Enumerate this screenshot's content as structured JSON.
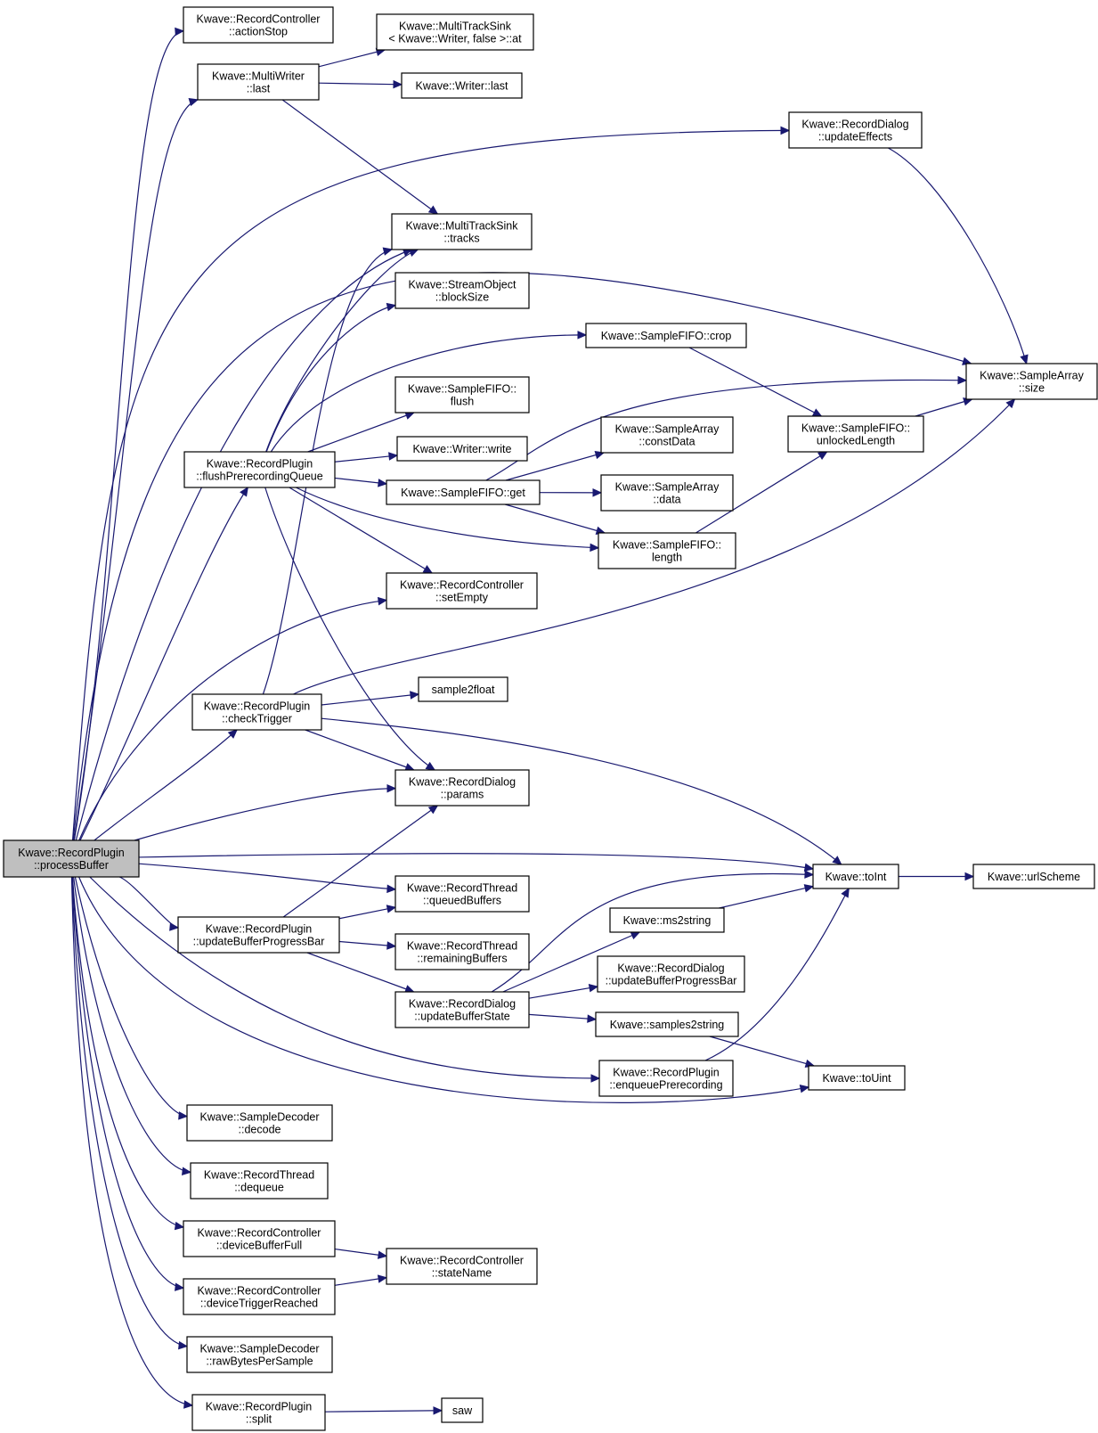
{
  "nodes": [
    {
      "id": "n1",
      "lines": [
        "Kwave::RecordPlugin",
        "::processBuffer"
      ],
      "root": true
    },
    {
      "id": "n2",
      "lines": [
        "Kwave::RecordController",
        "::actionStop"
      ]
    },
    {
      "id": "n3",
      "lines": [
        "Kwave::MultiWriter",
        "::last"
      ]
    },
    {
      "id": "n4",
      "lines": [
        "Kwave::MultiTrackSink",
        "< Kwave::Writer, false >::at"
      ]
    },
    {
      "id": "n5",
      "lines": [
        "Kwave::Writer::last"
      ]
    },
    {
      "id": "n6",
      "lines": [
        "Kwave::MultiTrackSink",
        "::tracks"
      ]
    },
    {
      "id": "n7",
      "lines": [
        "Kwave::RecordDialog",
        "::updateEffects"
      ]
    },
    {
      "id": "n8",
      "lines": [
        "Kwave::SampleArray",
        "::size"
      ]
    },
    {
      "id": "n9",
      "lines": [
        "Kwave::RecordPlugin",
        "::flushPrerecordingQueue"
      ]
    },
    {
      "id": "n10",
      "lines": [
        "Kwave::StreamObject",
        "::blockSize"
      ]
    },
    {
      "id": "n11",
      "lines": [
        "Kwave::SampleFIFO::crop"
      ]
    },
    {
      "id": "n12",
      "lines": [
        "Kwave::SampleFIFO::",
        "flush"
      ]
    },
    {
      "id": "n13",
      "lines": [
        "Kwave::Writer::write"
      ]
    },
    {
      "id": "n14",
      "lines": [
        "Kwave::SampleFIFO::get"
      ]
    },
    {
      "id": "n15",
      "lines": [
        "Kwave::SampleArray",
        "::constData"
      ]
    },
    {
      "id": "n16",
      "lines": [
        "Kwave::SampleArray",
        "::data"
      ]
    },
    {
      "id": "n17",
      "lines": [
        "Kwave::SampleFIFO::",
        "unlockedLength"
      ]
    },
    {
      "id": "n18",
      "lines": [
        "Kwave::SampleFIFO::",
        "length"
      ]
    },
    {
      "id": "n19",
      "lines": [
        "Kwave::RecordController",
        "::setEmpty"
      ]
    },
    {
      "id": "n20",
      "lines": [
        "Kwave::RecordPlugin",
        "::checkTrigger"
      ]
    },
    {
      "id": "n21",
      "lines": [
        "sample2float"
      ]
    },
    {
      "id": "n22",
      "lines": [
        "Kwave::RecordDialog",
        "::params"
      ]
    },
    {
      "id": "n23",
      "lines": [
        "Kwave::toInt"
      ]
    },
    {
      "id": "n24",
      "lines": [
        "Kwave::urlScheme"
      ]
    },
    {
      "id": "n25",
      "lines": [
        "Kwave::RecordPlugin",
        "::updateBufferProgressBar"
      ]
    },
    {
      "id": "n26",
      "lines": [
        "Kwave::RecordThread",
        "::queuedBuffers"
      ]
    },
    {
      "id": "n27",
      "lines": [
        "Kwave::RecordThread",
        "::remainingBuffers"
      ]
    },
    {
      "id": "n28",
      "lines": [
        "Kwave::RecordDialog",
        "::updateBufferState"
      ]
    },
    {
      "id": "n29",
      "lines": [
        "Kwave::ms2string"
      ]
    },
    {
      "id": "n30",
      "lines": [
        "Kwave::RecordDialog",
        "::updateBufferProgressBar"
      ]
    },
    {
      "id": "n31",
      "lines": [
        "Kwave::samples2string"
      ]
    },
    {
      "id": "n32",
      "lines": [
        "Kwave::RecordPlugin",
        "::enqueuePrerecording"
      ]
    },
    {
      "id": "n33",
      "lines": [
        "Kwave::toUint"
      ]
    },
    {
      "id": "n34",
      "lines": [
        "Kwave::SampleDecoder",
        "::decode"
      ]
    },
    {
      "id": "n35",
      "lines": [
        "Kwave::RecordThread",
        "::dequeue"
      ]
    },
    {
      "id": "n36",
      "lines": [
        "Kwave::RecordController",
        "::deviceBufferFull"
      ]
    },
    {
      "id": "n37",
      "lines": [
        "Kwave::RecordController",
        "::stateName"
      ]
    },
    {
      "id": "n38",
      "lines": [
        "Kwave::RecordController",
        "::deviceTriggerReached"
      ]
    },
    {
      "id": "n39",
      "lines": [
        "Kwave::SampleDecoder",
        "::rawBytesPerSample"
      ]
    },
    {
      "id": "n40",
      "lines": [
        "Kwave::RecordPlugin",
        "::split"
      ]
    },
    {
      "id": "n41",
      "lines": [
        "saw"
      ]
    }
  ],
  "edges": [
    [
      "n1",
      "n2"
    ],
    [
      "n1",
      "n3"
    ],
    [
      "n1",
      "n7"
    ],
    [
      "n1",
      "n6"
    ],
    [
      "n1",
      "n8"
    ],
    [
      "n1",
      "n9"
    ],
    [
      "n1",
      "n19"
    ],
    [
      "n1",
      "n20"
    ],
    [
      "n1",
      "n22"
    ],
    [
      "n1",
      "n23"
    ],
    [
      "n1",
      "n26"
    ],
    [
      "n1",
      "n25"
    ],
    [
      "n1",
      "n32"
    ],
    [
      "n1",
      "n33"
    ],
    [
      "n1",
      "n34"
    ],
    [
      "n1",
      "n35"
    ],
    [
      "n1",
      "n36"
    ],
    [
      "n1",
      "n38"
    ],
    [
      "n1",
      "n39"
    ],
    [
      "n1",
      "n40"
    ],
    [
      "n3",
      "n4"
    ],
    [
      "n3",
      "n5"
    ],
    [
      "n3",
      "n6"
    ],
    [
      "n7",
      "n8"
    ],
    [
      "n9",
      "n6"
    ],
    [
      "n9",
      "n10"
    ],
    [
      "n9",
      "n11"
    ],
    [
      "n9",
      "n12"
    ],
    [
      "n9",
      "n13"
    ],
    [
      "n9",
      "n14"
    ],
    [
      "n9",
      "n18"
    ],
    [
      "n9",
      "n19"
    ],
    [
      "n9",
      "n22"
    ],
    [
      "n11",
      "n17"
    ],
    [
      "n14",
      "n8"
    ],
    [
      "n14",
      "n15"
    ],
    [
      "n14",
      "n16"
    ],
    [
      "n14",
      "n18"
    ],
    [
      "n17",
      "n8"
    ],
    [
      "n18",
      "n17"
    ],
    [
      "n20",
      "n6"
    ],
    [
      "n20",
      "n8"
    ],
    [
      "n20",
      "n21"
    ],
    [
      "n20",
      "n22"
    ],
    [
      "n20",
      "n23"
    ],
    [
      "n23",
      "n24"
    ],
    [
      "n25",
      "n22"
    ],
    [
      "n25",
      "n26"
    ],
    [
      "n25",
      "n27"
    ],
    [
      "n25",
      "n28"
    ],
    [
      "n28",
      "n23"
    ],
    [
      "n28",
      "n29"
    ],
    [
      "n28",
      "n30"
    ],
    [
      "n28",
      "n31"
    ],
    [
      "n29",
      "n23"
    ],
    [
      "n31",
      "n33"
    ],
    [
      "n32",
      "n23"
    ],
    [
      "n36",
      "n37"
    ],
    [
      "n38",
      "n37"
    ],
    [
      "n40",
      "n41"
    ]
  ]
}
